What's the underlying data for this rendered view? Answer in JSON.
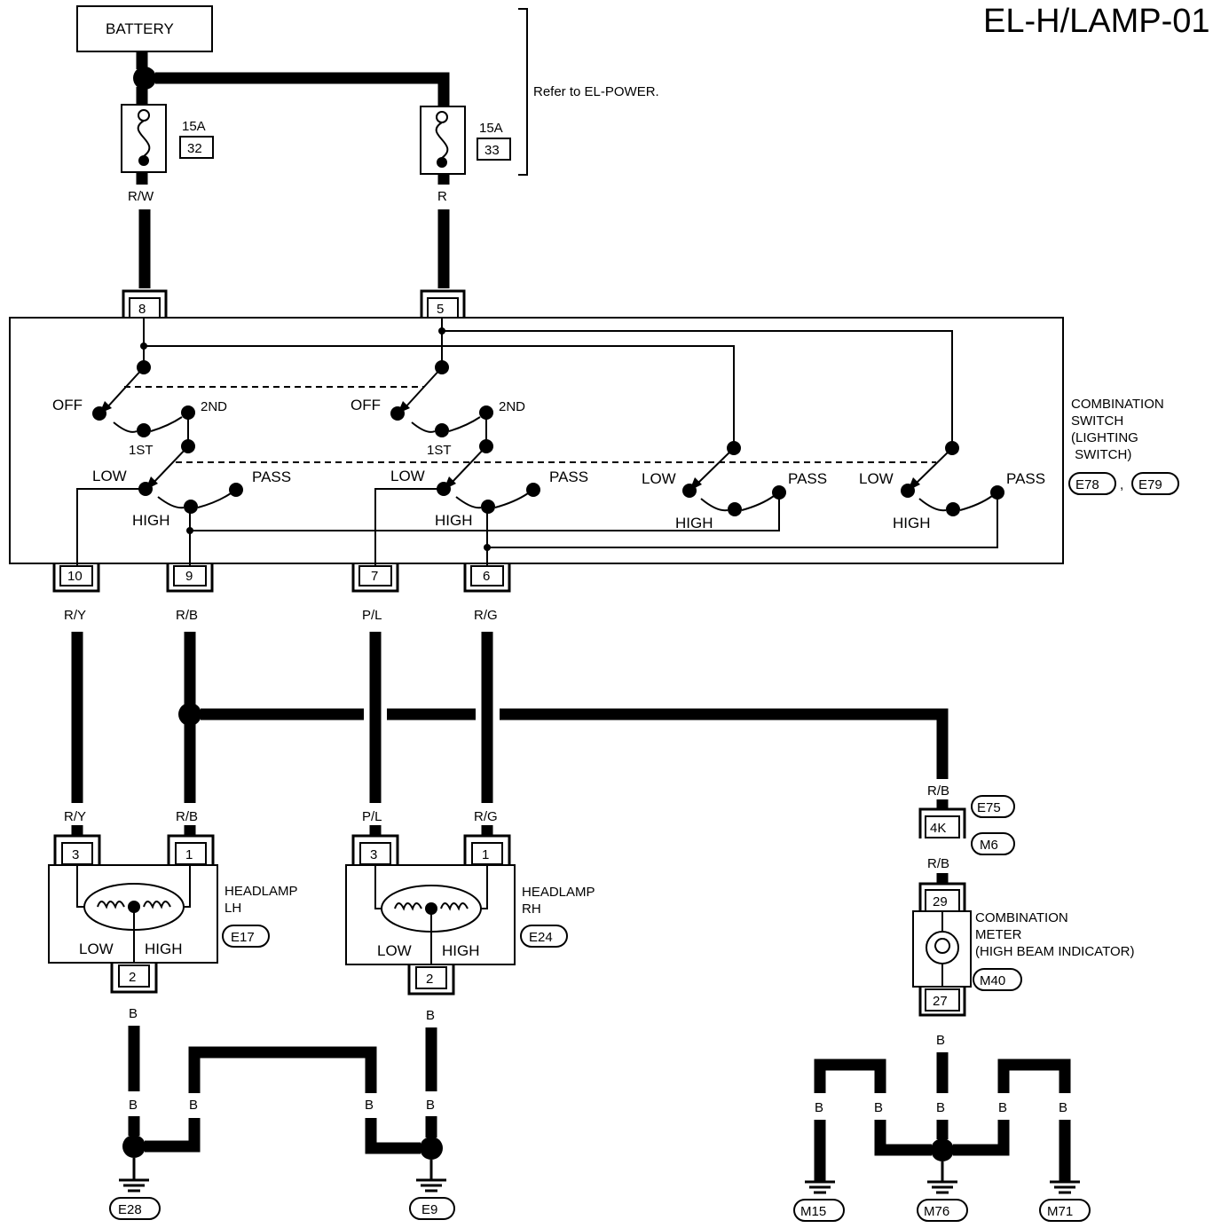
{
  "page_title": "EL-H/LAMP-01",
  "battery": "BATTERY",
  "refer_note": "Refer to EL-POWER.",
  "fuses": [
    {
      "rating": "15A",
      "number": "32"
    },
    {
      "rating": "15A",
      "number": "33"
    }
  ],
  "wires": {
    "rw": "R/W",
    "r": "R",
    "ry": "R/Y",
    "rb": "R/B",
    "pl": "P/L",
    "rg": "R/G",
    "b": "B"
  },
  "switch_terminals": {
    "top_left": "8",
    "top_right": "5",
    "t10": "10",
    "t9": "9",
    "t7": "7",
    "t6": "6"
  },
  "switch_positions": {
    "off": "OFF",
    "first": "1ST",
    "second": "2ND",
    "low": "LOW",
    "high": "HIGH",
    "pass": "PASS"
  },
  "combination_switch": {
    "lines": [
      "COMBINATION",
      "SWITCH",
      "(LIGHTING",
      " SWITCH)"
    ],
    "connectors": [
      "E78",
      "E79"
    ],
    "separator": ","
  },
  "headlamp_lh": {
    "lines": [
      "HEADLAMP",
      "LH"
    ],
    "connector": "E17",
    "pin_low": "3",
    "pin_high": "1",
    "pin_ground": "2",
    "low": "LOW",
    "high": "HIGH"
  },
  "headlamp_rh": {
    "lines": [
      "HEADLAMP",
      "RH"
    ],
    "connector": "E24",
    "pin_low": "3",
    "pin_high": "1",
    "pin_ground": "2",
    "low": "LOW",
    "high": "HIGH"
  },
  "joint_connector": {
    "pin": "4K",
    "connectors": [
      "E75",
      "M6"
    ]
  },
  "combination_meter": {
    "lines": [
      "COMBINATION",
      "METER",
      "(HIGH BEAM INDICATOR)"
    ],
    "connector": "M40",
    "pin_top": "29",
    "pin_bottom": "27"
  },
  "grounds": [
    "E28",
    "E9",
    "M15",
    "M76",
    "M71"
  ]
}
